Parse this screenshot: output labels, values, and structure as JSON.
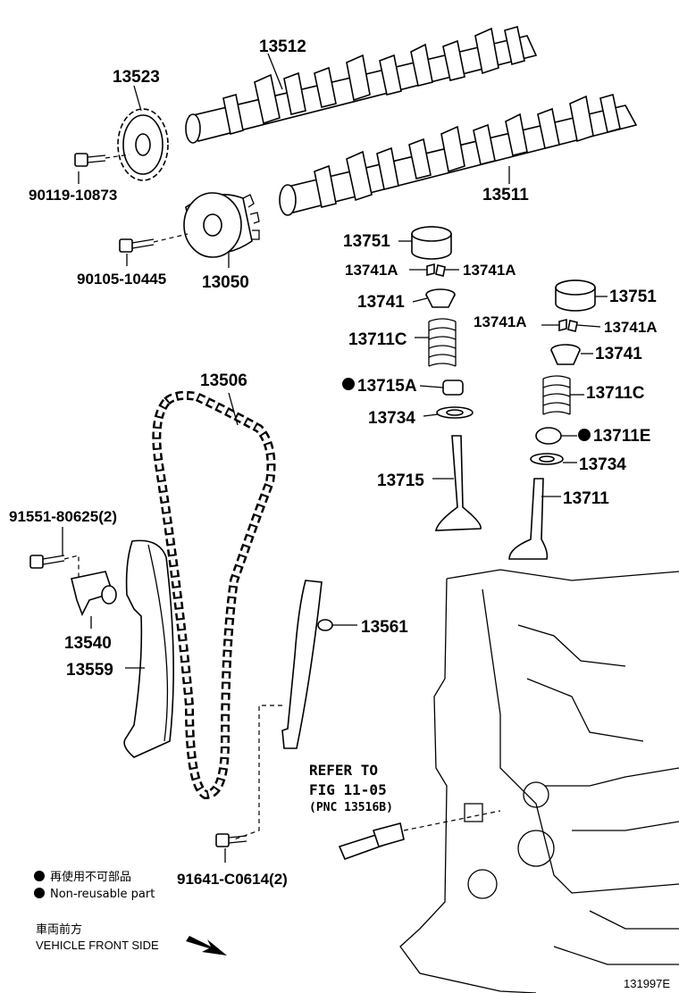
{
  "labels": {
    "p13512": "13512",
    "p13523": "13523",
    "p90119": "90119-10873",
    "p13511": "13511",
    "p90105": "90105-10445",
    "p13050": "13050",
    "p13751_a": "13751",
    "p13741a_a1": "13741A",
    "p13741a_a2": "13741A",
    "p13741_a": "13741",
    "p13751_b": "13751",
    "p13741a_b1": "13741A",
    "p13741a_b2": "13741A",
    "p13711c_a": "13711C",
    "p13741_b": "13741",
    "p13715a": "13715A",
    "p13711c_b": "13711C",
    "p13734_a": "13734",
    "p13711e": "13711E",
    "p13734_b": "13734",
    "p13715": "13715",
    "p13711": "13711",
    "p13506": "13506",
    "p91551": "91551-80625(2)",
    "p13540": "13540",
    "p13559": "13559",
    "p13561": "13561",
    "p91641": "91641-C0614(2)"
  },
  "refer": {
    "line1": "REFER TO",
    "line2": "FIG 11-05",
    "line3": "(PNC 13516B)"
  },
  "legend": {
    "jp": "再使用不可部品",
    "en": "Non-reusable part"
  },
  "front": {
    "jp": "車両前方",
    "en": "VEHICLE FRONT SIDE"
  },
  "figure_id": "131997E"
}
